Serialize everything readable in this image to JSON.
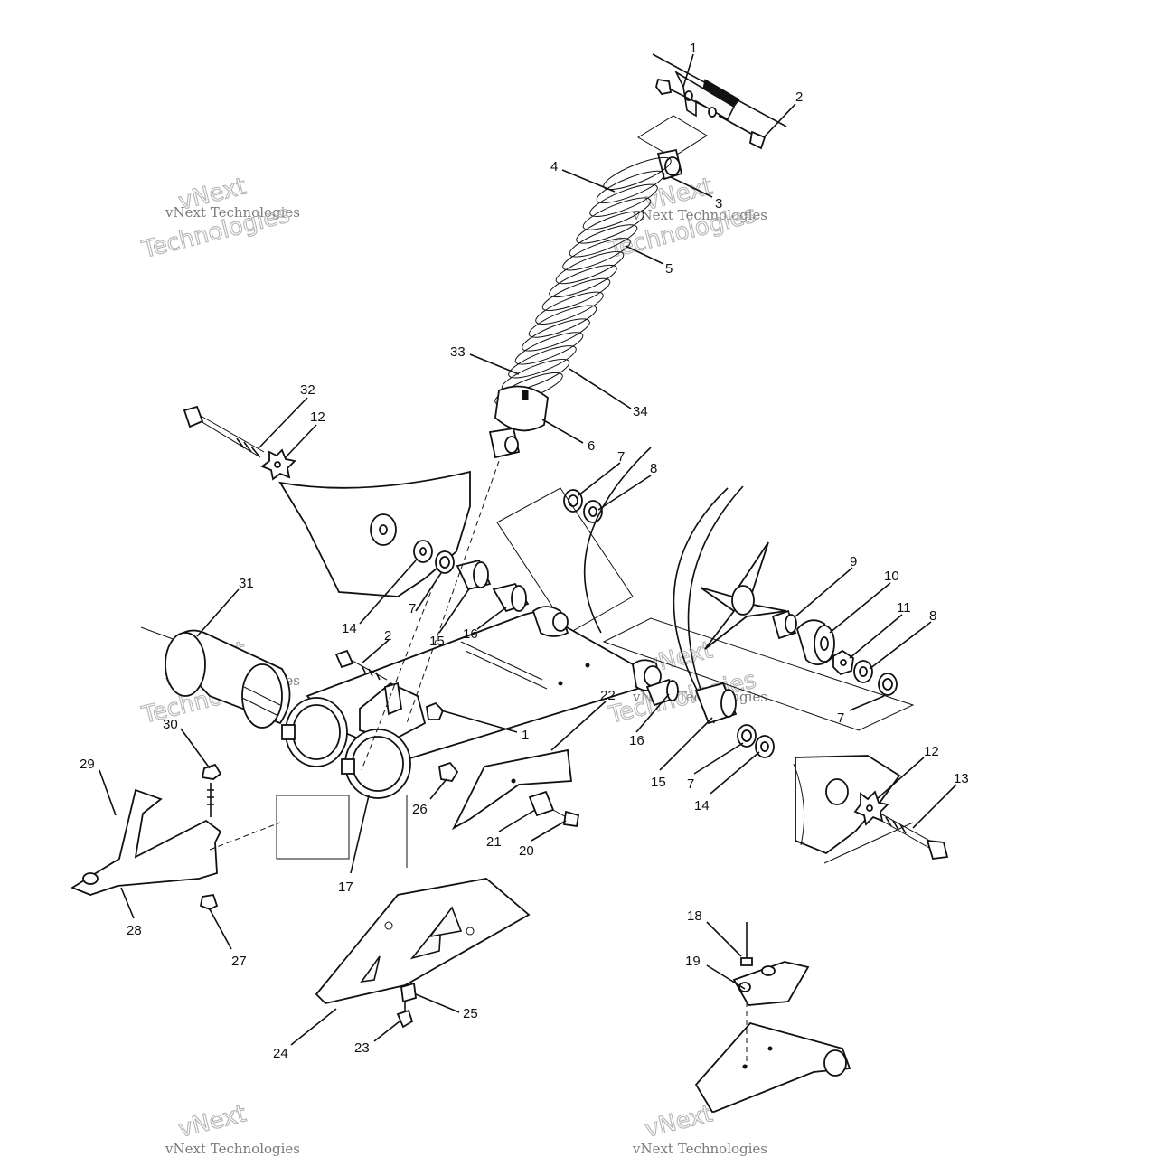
{
  "watermark": {
    "line1": "vNext",
    "line2": "Technologies",
    "small": "vNext Technologies"
  },
  "callouts": [
    {
      "id": "c1a",
      "label": "1"
    },
    {
      "id": "c2a",
      "label": "2"
    },
    {
      "id": "c3",
      "label": "3"
    },
    {
      "id": "c4",
      "label": "4"
    },
    {
      "id": "c5",
      "label": "5"
    },
    {
      "id": "c33",
      "label": "33"
    },
    {
      "id": "c34",
      "label": "34"
    },
    {
      "id": "c6",
      "label": "6"
    },
    {
      "id": "c32",
      "label": "32"
    },
    {
      "id": "c12a",
      "label": "12"
    },
    {
      "id": "c7a",
      "label": "7"
    },
    {
      "id": "c8a",
      "label": "8"
    },
    {
      "id": "c9",
      "label": "9"
    },
    {
      "id": "c10",
      "label": "10"
    },
    {
      "id": "c11",
      "label": "11"
    },
    {
      "id": "c8b",
      "label": "8"
    },
    {
      "id": "c7b",
      "label": "7"
    },
    {
      "id": "c31",
      "label": "31"
    },
    {
      "id": "c14a",
      "label": "14"
    },
    {
      "id": "c7c",
      "label": "7"
    },
    {
      "id": "c15a",
      "label": "15"
    },
    {
      "id": "c16a",
      "label": "16"
    },
    {
      "id": "c2b",
      "label": "2"
    },
    {
      "id": "c1b",
      "label": "1"
    },
    {
      "id": "c22",
      "label": "22"
    },
    {
      "id": "c16b",
      "label": "16"
    },
    {
      "id": "c15b",
      "label": "15"
    },
    {
      "id": "c7d",
      "label": "7"
    },
    {
      "id": "c14b",
      "label": "14"
    },
    {
      "id": "c12b",
      "label": "12"
    },
    {
      "id": "c13",
      "label": "13"
    },
    {
      "id": "c30",
      "label": "30"
    },
    {
      "id": "c29",
      "label": "29"
    },
    {
      "id": "c26",
      "label": "26"
    },
    {
      "id": "c21",
      "label": "21"
    },
    {
      "id": "c20",
      "label": "20"
    },
    {
      "id": "c17",
      "label": "17"
    },
    {
      "id": "c28",
      "label": "28"
    },
    {
      "id": "c27",
      "label": "27"
    },
    {
      "id": "c18",
      "label": "18"
    },
    {
      "id": "c19",
      "label": "19"
    },
    {
      "id": "c25",
      "label": "25"
    },
    {
      "id": "c24",
      "label": "24"
    },
    {
      "id": "c23",
      "label": "23"
    }
  ]
}
